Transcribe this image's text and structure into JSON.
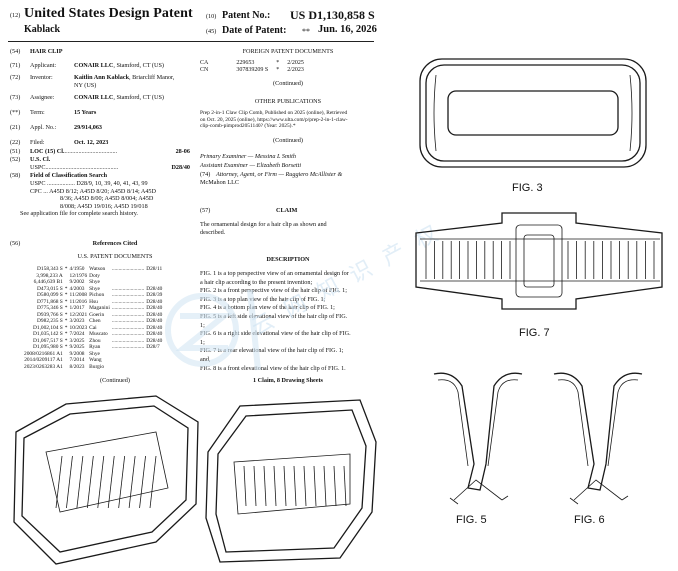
{
  "header": {
    "kind_code_label": "(12)",
    "title": "United States Design Patent",
    "inventor_surname": "Kablack",
    "patent_no_code": "(10)",
    "patent_no_label": "Patent No.:",
    "patent_no": "US D1,130,858 S",
    "date_code": "(45)",
    "date_label": "Date of Patent:",
    "date_star": "**",
    "date": "Jun. 16, 2026"
  },
  "biblio": {
    "title_code": "(54)",
    "title": "HAIR CLIP",
    "applicant_code": "(71)",
    "applicant_label": "Applicant:",
    "applicant_name": "CONAIR LLC",
    "applicant_loc": ", Stamford, CT (US)",
    "inventor_code": "(72)",
    "inventor_label": "Inventor:",
    "inventor_name": "Kaitlin Ann Kablack",
    "inventor_loc": ", Briarcliff Manor,",
    "inventor_loc2": "NY (US)",
    "assignee_code": "(73)",
    "assignee_label": "Assignee:",
    "assignee_name": "CONAIR LLC",
    "assignee_loc": ", Stamford, CT (US)",
    "term_code": "(**)",
    "term_label": "Term:",
    "term": "15 Years",
    "appl_code": "(21)",
    "appl_label": "Appl. No.:",
    "appl": "29/914,063",
    "filed_code": "(22)",
    "filed_label": "Filed:",
    "filed": "Oct. 12, 2023",
    "loc_code": "(51)",
    "loc_label": "LOC (15) Cl.",
    "loc_dots": " ..................................",
    "loc_val": "28-06",
    "uscl_code": "(52)",
    "uscl_label": "U.S. Cl.",
    "uspc_label": "USPC",
    "uspc_dots": " ...............................................",
    "uspc_val": "D28/40",
    "field_code": "(58)",
    "field_label": "Field of Classification Search",
    "field_lines": [
      "USPC .................. D28/9, 10, 39, 40, 41, 43, 99",
      "CPC ... A45D 8/12; A45D 8/20; A45D 8/14; A45D",
      "8/36; A45D 8/00; A45D 8/004; A45D",
      "8/008; A45D 19/016; A45D 19/018",
      "See application file for complete search history."
    ],
    "refs_code": "(56)",
    "refs_title": "References Cited",
    "us_docs_title": "U.S. PATENT DOCUMENTS",
    "us_docs": [
      [
        "D158,343 S",
        "*",
        "4/1950",
        "Watson",
        "........................",
        "D28/11"
      ],
      [
        "3,998,233 A",
        "",
        "12/1976",
        "Doty",
        "",
        ""
      ],
      [
        "6,446,639 B1",
        "",
        "9/2002",
        "Shye",
        "",
        ""
      ],
      [
        "D473,015 S",
        "*",
        "4/2003",
        "Shye",
        "........................",
        "D28/40"
      ],
      [
        "D580,099 S",
        "*",
        "11/2008",
        "Pichon",
        "........................",
        "D28/39"
      ],
      [
        "D771,868 S",
        "*",
        "11/2016",
        "Hsu",
        "........................",
        "D28/40"
      ],
      [
        "D775,346 S",
        "*",
        "1/2017",
        "Maganini",
        "........................",
        "D28/40"
      ],
      [
        "D939,766 S",
        "*",
        "12/2021",
        "Goerin",
        "........................",
        "D28/40"
      ],
      [
        "D982,235 S",
        "*",
        "3/2023",
        "Chen",
        "........................",
        "D28/40"
      ],
      [
        "D1,002,104 S",
        "*",
        "10/2023",
        "Cai",
        "........................",
        "D28/40"
      ],
      [
        "D1,035,142 S",
        "*",
        "7/2024",
        "Muscato",
        "........................",
        "D28/40"
      ],
      [
        "D1,067,517 S",
        "*",
        "3/2025",
        "Zhou",
        "........................",
        "D28/40"
      ],
      [
        "D1,095,980 S",
        "*",
        "9/2025",
        "Ryan",
        "........................",
        "D28/7"
      ],
      [
        "2008/0216861 A1",
        "",
        "9/2008",
        "Shye",
        "",
        ""
      ],
      [
        "2014/0209117 A1",
        "",
        "7/2014",
        "Wang",
        "",
        ""
      ],
      [
        "2023/0263283 A1",
        "",
        "8/2023",
        "Burgio",
        "",
        ""
      ]
    ],
    "continued": "(Continued)"
  },
  "right_col": {
    "foreign_title": "FOREIGN PATENT DOCUMENTS",
    "foreign": [
      [
        "CA",
        "229653",
        "*",
        "2/2025"
      ],
      [
        "CN",
        "307839209 S",
        "*",
        "2/2023"
      ]
    ],
    "foreign_continued": "(Continued)",
    "other_title": "OTHER PUBLICATIONS",
    "other_lines": [
      "Prep 2-in-1 Claw Clip Comb, Published on 2025 (online), Retrieved",
      "on Oct. 20, 2025 (online), https://www.ulta.com/p/prep-2-in-1-claw-",
      "clip-comb-pimprod2051140? (Year: 2025).*"
    ],
    "other_continued": "(Continued)",
    "primary": "Primary Examiner — Messina L Smith",
    "assistant": "Assistant Examiner — Elizabeth Borsetti",
    "attorney_code": "(74)",
    "attorney": "Attorney, Agent, or Firm — Ruggiero McAllister &",
    "attorney2": "McMahon LLC",
    "claim_code": "(57)",
    "claim_title": "CLAIM",
    "claim_lines": [
      "The ornamental design for a hair clip as shown and",
      "described."
    ],
    "desc_title": "DESCRIPTION",
    "desc_lines": [
      "FIG. 1 is a top perspective view of an ornamental design for",
      "a hair clip according to the present invention;",
      "FIG. 2 is a front perspective view of the hair clip of FIG. 1;",
      "FIG. 3 is a top plan view of the hair clip of FIG. 1;",
      "FIG. 4 is a bottom plan view of the hair clip of FIG. 1;",
      "FIG. 5 is a left side elevational view of the hair clip of FIG.",
      "1;",
      "FIG. 6 is a right side elevational view of the hair clip of FIG.",
      "1;",
      "FIG. 7 is a rear elevational view of the hair clip of FIG. 1;",
      "and,",
      "FIG. 8 is a front elevational view of the hair clip of FIG. 1."
    ],
    "summary": "1 Claim, 8 Drawing Sheets"
  },
  "figures": {
    "fig3": "FIG. 3",
    "fig7": "FIG. 7",
    "fig5": "FIG. 5",
    "fig6": "FIG. 6"
  },
  "watermark": {
    "cjk": "云 网 知 识 产 权"
  },
  "colors": {
    "ink": "#111111",
    "watermark": "#cfe3f3"
  }
}
